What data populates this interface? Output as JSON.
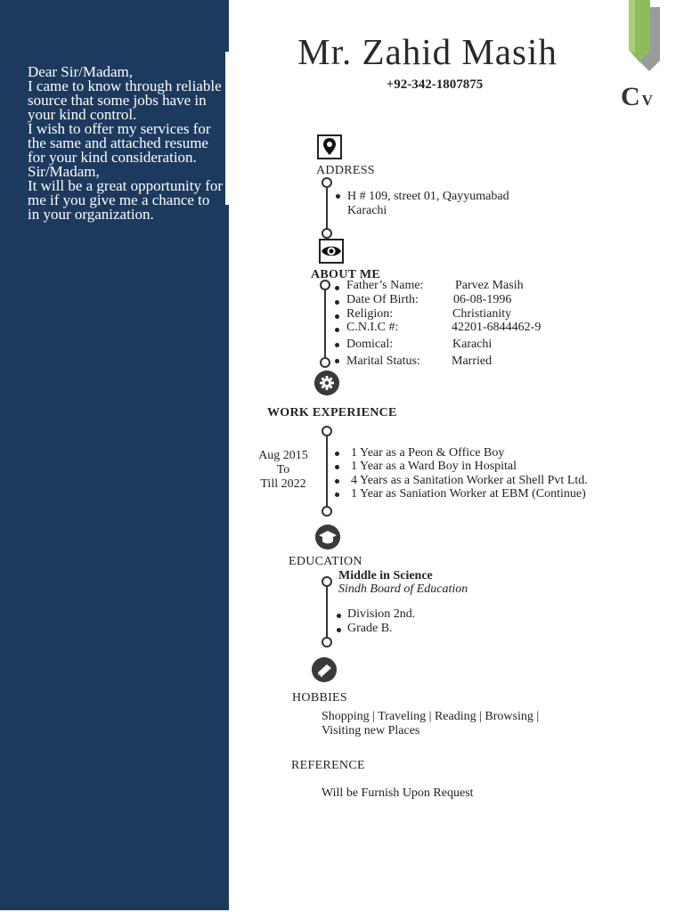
{
  "cover_letter": {
    "lines": [
      "Dear Sir/Madam,",
      "I came to know through reliable source that some jobs have in your kind control.",
      "I wish to offer my services for the same and attached resume for your kind consideration.",
      "Sir/Madam,",
      "It will be a great opportunity for me if you give me a chance to in your organization."
    ]
  },
  "header": {
    "name": "Mr. Zahid Masih",
    "phone": "+92-342-1807875",
    "cv_big": "C",
    "cv_small": "V"
  },
  "colors": {
    "sidebar": "#1c3a5e",
    "ribbon_green": "#8fbc5a",
    "ribbon_grey": "#9a9a9a"
  },
  "address": {
    "icon": "location-pin-icon",
    "label": "ADDRESS",
    "line1": "H # 109, street 01, Qayyumabad",
    "line2": "Karachi"
  },
  "about": {
    "icon": "eye-icon",
    "label": "ABOUT ME",
    "rows": [
      {
        "key": "Father’s Name:",
        "value": "Parvez Masih"
      },
      {
        "key": "Date Of Birth:",
        "value": "06-08-1996"
      },
      {
        "key": "Religion:",
        "value": "Christianity"
      },
      {
        "key": "C.N.I.C #:",
        "value": "42201-6844462-9"
      },
      {
        "key": "Domical:",
        "value": "Karachi"
      },
      {
        "key": "Marital Status:",
        "value": "Married"
      }
    ]
  },
  "work": {
    "icon": "gear-icon",
    "label": "WORK EXPERIENCE",
    "date_line1": "Aug   2015",
    "date_line2": "To",
    "date_line3": "Till 2022",
    "items": [
      "1 Year as a Peon & Office Boy",
      "1 Year as a Ward Boy in Hospital",
      "4 Years as a Sanitation Worker at Shell Pvt Ltd.",
      "1 Year as Saniation Worker at EBM (Continue)"
    ]
  },
  "education": {
    "icon": "graduation-cap-icon",
    "label": "EDUCATION",
    "degree": "Middle in Science",
    "board": "Sindh Board of Education",
    "items": [
      "Division 2nd.",
      "Grade  B."
    ]
  },
  "hobbies": {
    "icon": "book-icon",
    "label": "HOBBIES",
    "line1": "Shopping | Traveling | Reading | Browsing |",
    "line2": "Visiting new Places"
  },
  "reference": {
    "label": "REFERENCE",
    "text": "Will be Furnish Upon Request"
  }
}
